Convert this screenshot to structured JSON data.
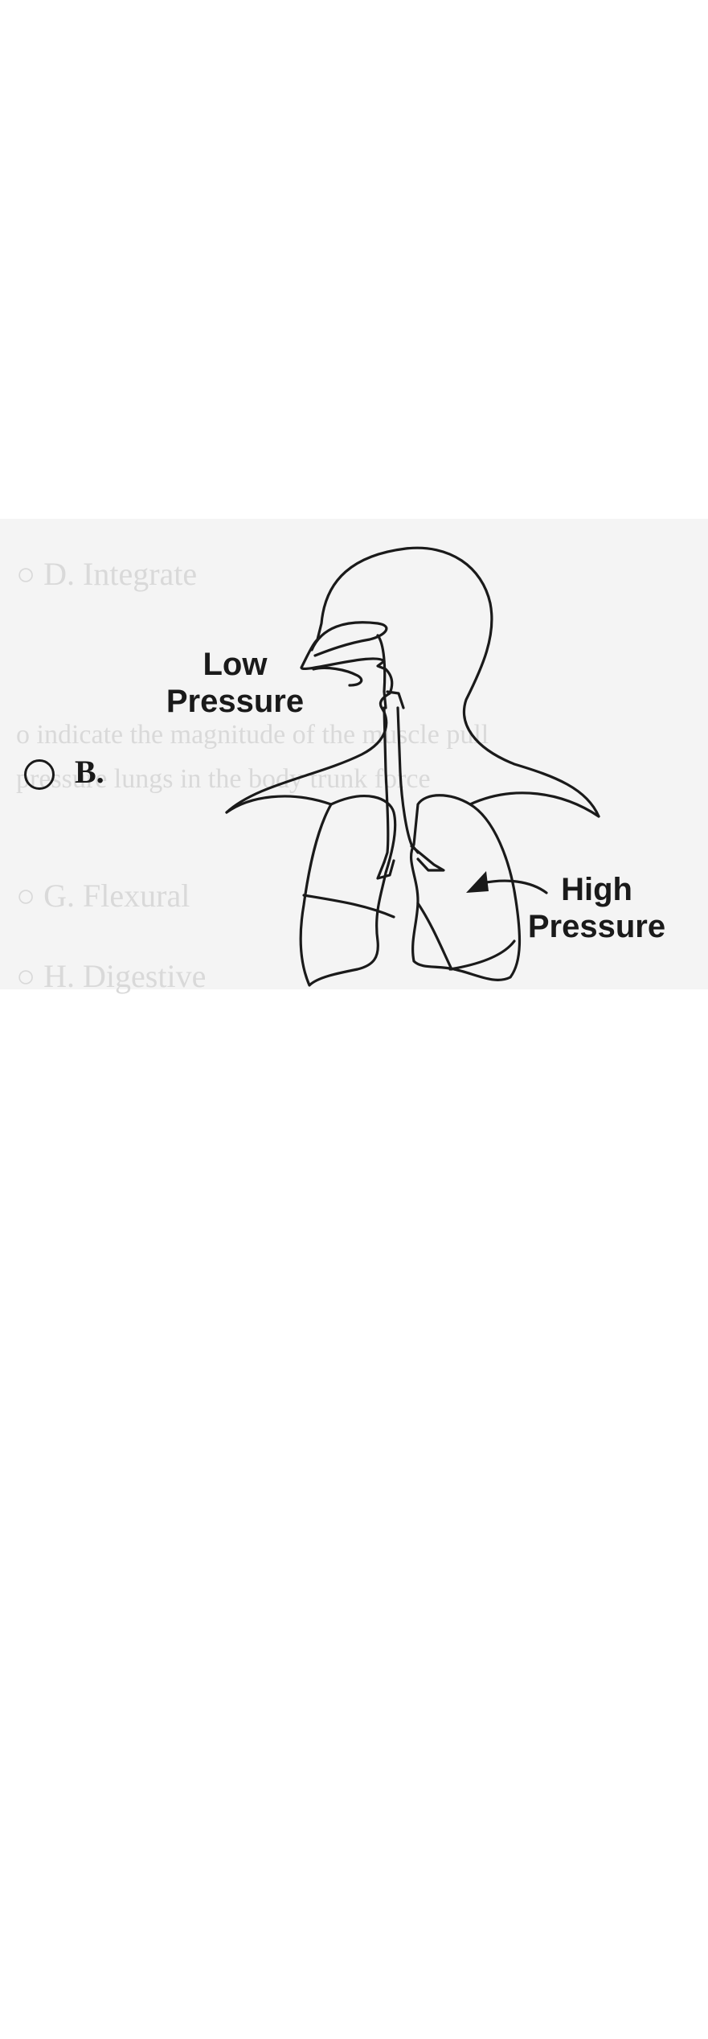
{
  "choice": {
    "letter": "B."
  },
  "diagram": {
    "low_pressure": [
      "Low",
      "Pressure"
    ],
    "high_pressure": [
      "High",
      "Pressure"
    ]
  },
  "bleed_through": {
    "line1": "○ D.  Integrate",
    "line2": "o indicate the magnitude of the muscle pull",
    "line3": "pressure lungs in the body trunk force",
    "line4": "○ G.  Flexural",
    "line5": "○ H.  Digestive"
  },
  "colors": {
    "ink": "#1a1a1a",
    "paper": "#ffffff",
    "bleed": "#f4f4f4",
    "ghost_text": "#d9d9d9"
  }
}
